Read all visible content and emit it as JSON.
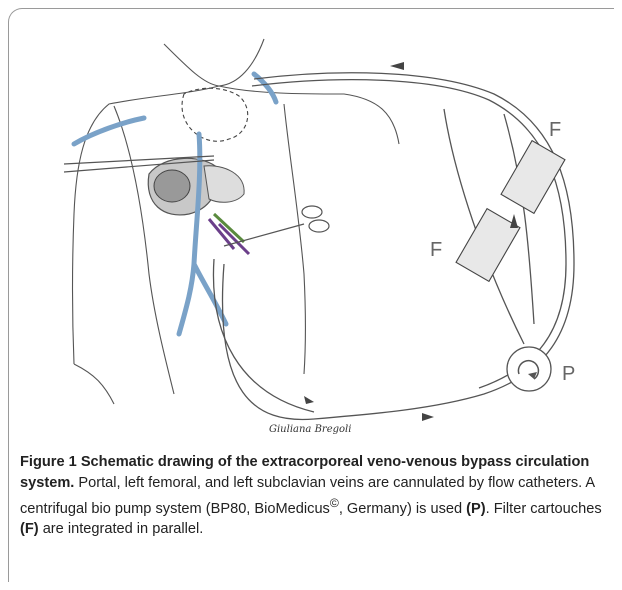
{
  "figure": {
    "labels": {
      "filter_upper": "F",
      "filter_lower": "F",
      "pump": "P"
    },
    "signature": "Giuliana Bregoli"
  },
  "caption": {
    "title": "Figure 1 Schematic drawing of the extracorporeal veno-venous bypass circulation system.",
    "text_1": " Portal, left femoral, and left subclavian veins are cannulated by flow catheters. A centrifugal bio pump system (BP80, BioMedicus",
    "copyright": "©",
    "text_2": ", Germany) is used ",
    "p_ref": "(P)",
    "text_3": ". Filter cartouches ",
    "f_ref": "(F)",
    "text_4": " are integrated in parallel."
  }
}
